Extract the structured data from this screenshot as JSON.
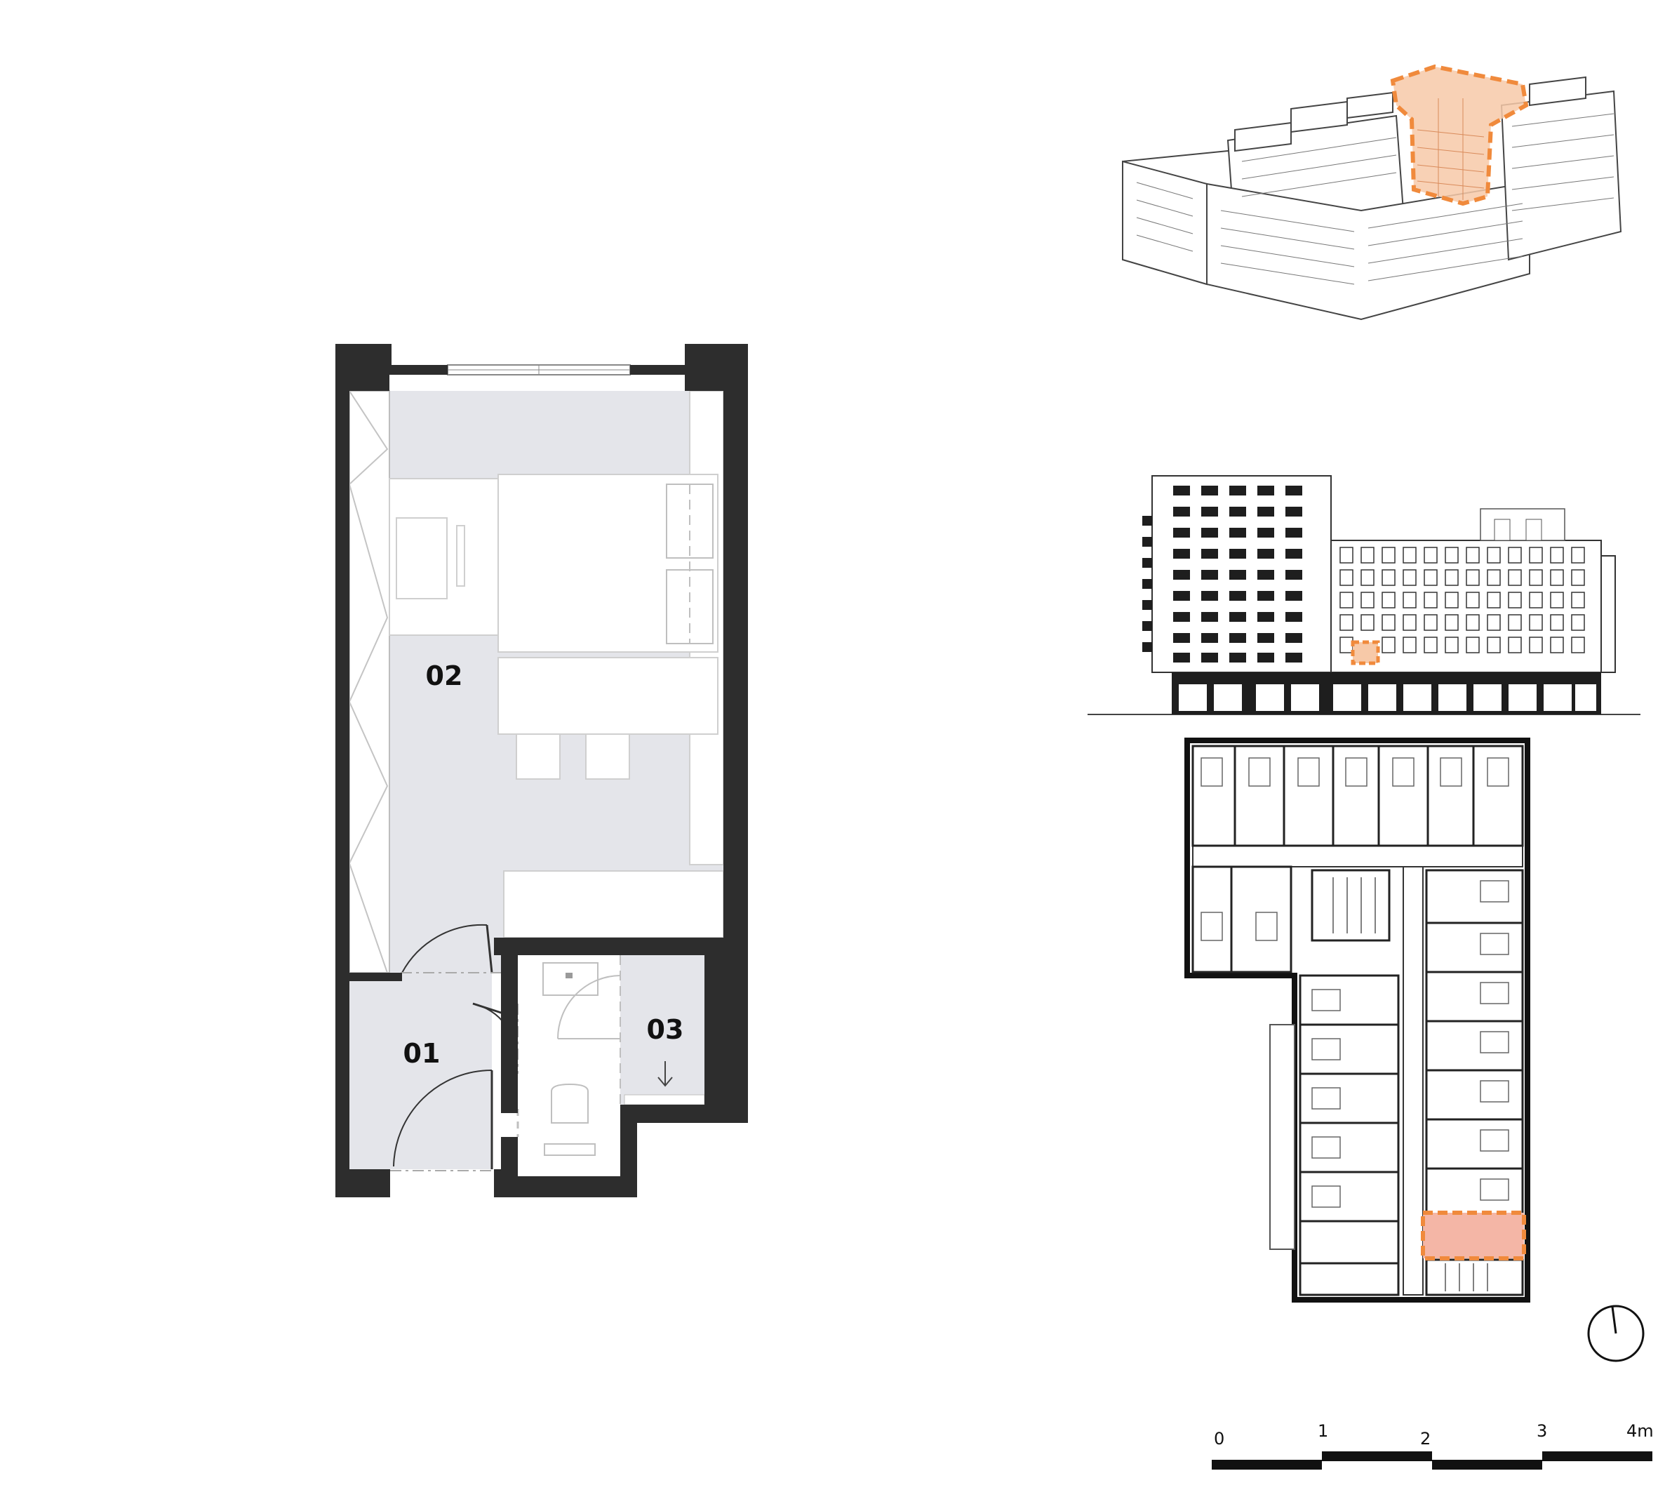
{
  "rooms": {
    "r01": "01",
    "r02": "02",
    "r03": "03"
  },
  "scale_bar": {
    "ticks": [
      "0",
      "1",
      "2",
      "3",
      "4m"
    ]
  },
  "highlight_color": "#f08a3c",
  "highlight_fill": "#f7c9a8",
  "wall_color": "#2d2d2d",
  "floor_color": "#e4e5ea",
  "icons": {
    "north_arrow": "north-arrow-icon",
    "stair_arrow": "down-arrow-icon"
  }
}
